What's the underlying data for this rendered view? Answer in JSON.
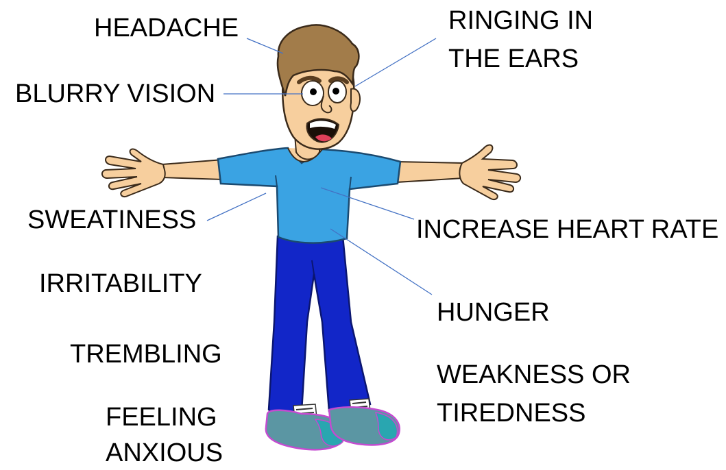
{
  "labels": {
    "headache": "HEADACHE",
    "ringing_line1": "RINGING IN",
    "ringing_line2": "THE EARS",
    "blurry_vision": "BLURRY VISION",
    "sweatiness": "SWEATINESS",
    "increase_heart_rate": "INCREASE HEART RATE",
    "irritability": "IRRITABILITY",
    "hunger": "HUNGER",
    "trembling": "TREMBLING",
    "weakness_line1": "WEAKNESS OR",
    "weakness_line2": "TIREDNESS",
    "feeling_line1": "FEELING",
    "feeling_line2": "ANXIOUS"
  },
  "colors": {
    "leader_line": "#4472c4",
    "shirt": "#3aa3e3",
    "pants": "#1226c8",
    "skin": "#f7cf9e",
    "hair": "#a27c4a",
    "shoes": "#5b96a3",
    "text": "#000000"
  }
}
